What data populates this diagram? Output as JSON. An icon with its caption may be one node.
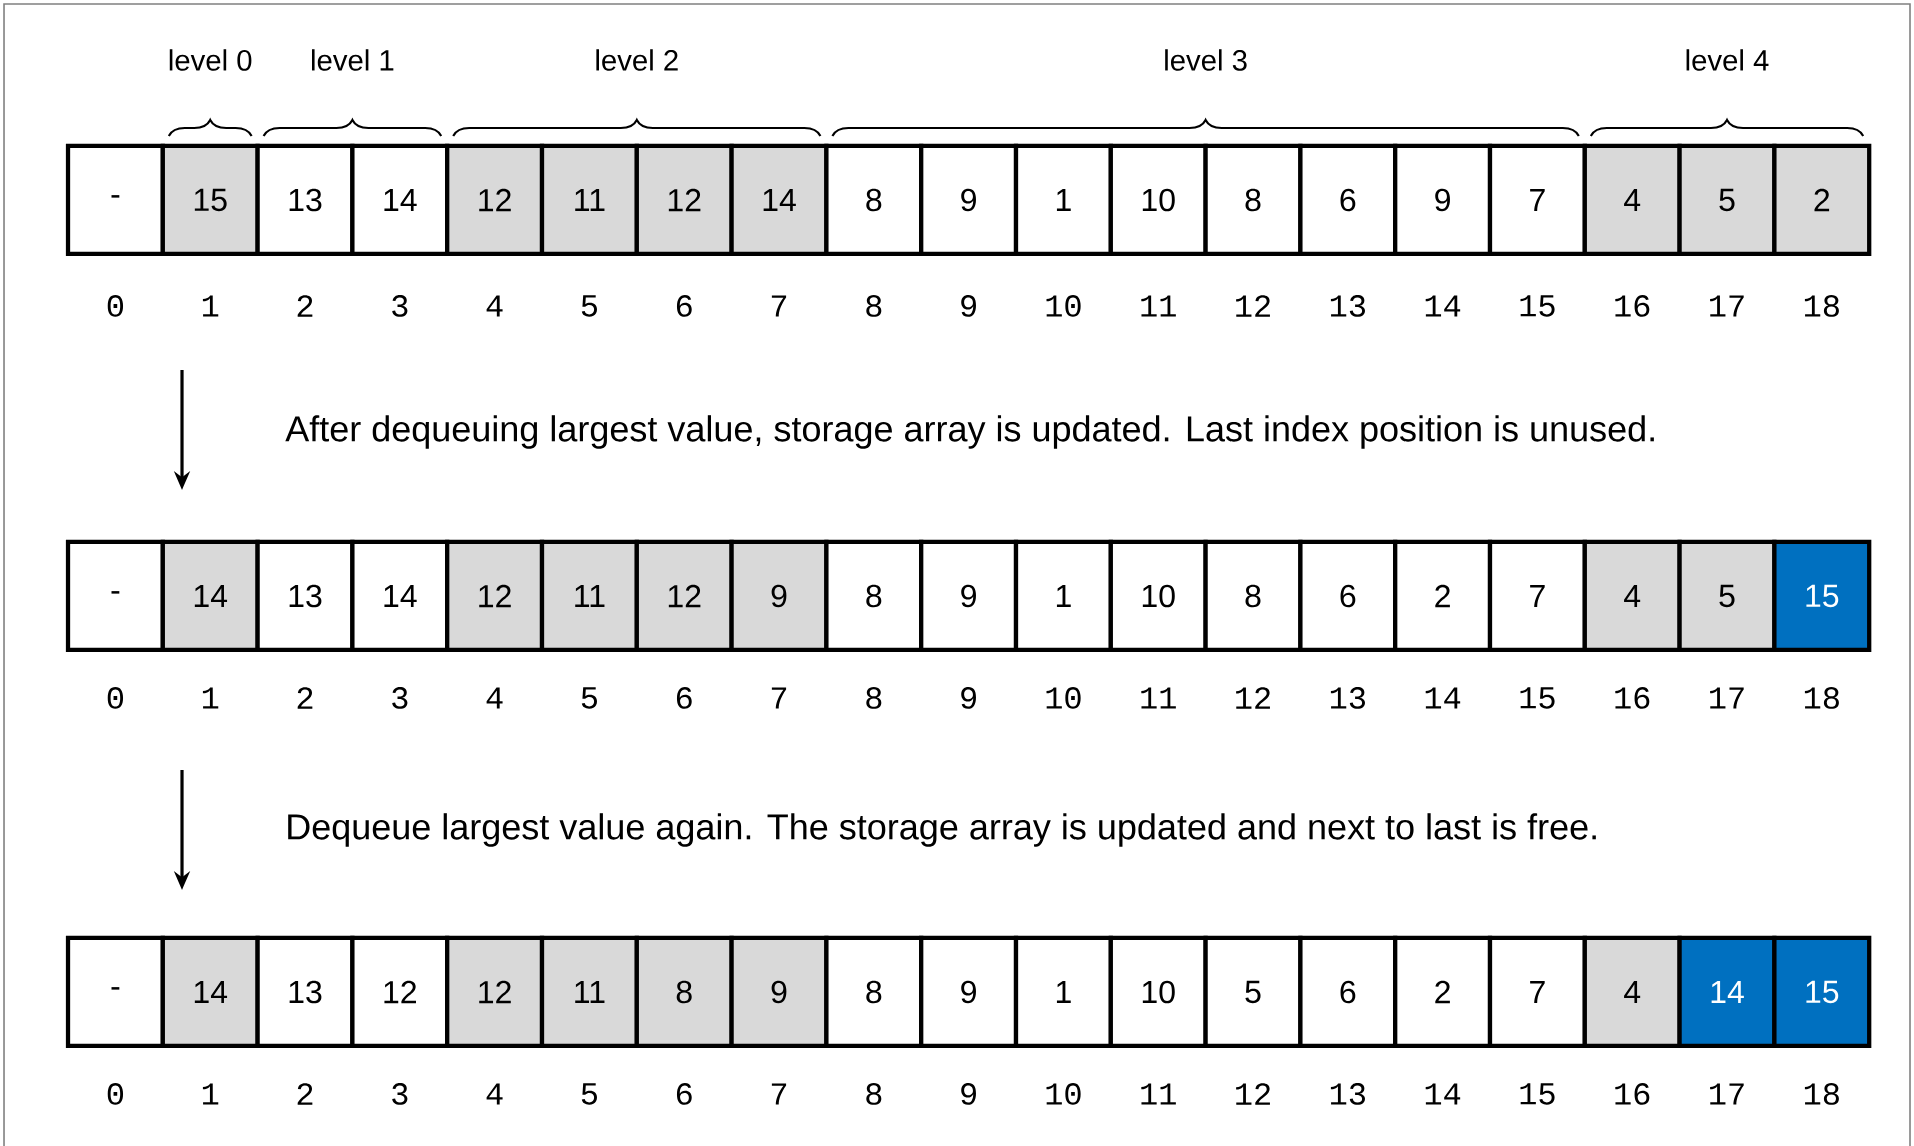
{
  "diagram": {
    "nodes": [
      {
        "text": [
          "-"
        ]
      },
      {
        "text": [
          "15"
        ]
      },
      {
        "text": [
          "13"
        ]
      },
      {
        "text": [
          "14"
        ]
      },
      {
        "text": [
          "12"
        ]
      },
      {
        "text": [
          "11"
        ]
      },
      {
        "text": [
          "12"
        ]
      },
      {
        "text": [
          "14"
        ]
      },
      {
        "text": [
          "8"
        ]
      },
      {
        "text": [
          "9"
        ]
      },
      {
        "text": [
          "1"
        ]
      },
      {
        "text": [
          "10"
        ]
      },
      {
        "text": [
          "8"
        ]
      },
      {
        "text": [
          "6"
        ]
      },
      {
        "text": [
          "9"
        ]
      },
      {
        "text": [
          "7"
        ]
      },
      {
        "text": [
          "4"
        ]
      },
      {
        "text": [
          "5"
        ]
      },
      {
        "text": [
          "2"
        ]
      },
      {
        "text": [
          "-"
        ]
      },
      {
        "text": [
          "14"
        ]
      },
      {
        "text": [
          "13"
        ]
      },
      {
        "text": [
          "14"
        ]
      },
      {
        "text": [
          "12"
        ]
      },
      {
        "text": [
          "11"
        ]
      },
      {
        "text": [
          "12"
        ]
      },
      {
        "text": [
          "9"
        ]
      },
      {
        "text": [
          "8"
        ]
      },
      {
        "text": [
          "9"
        ]
      },
      {
        "text": [
          "1"
        ]
      },
      {
        "text": [
          "10"
        ]
      },
      {
        "text": [
          "8"
        ]
      },
      {
        "text": [
          "6"
        ]
      },
      {
        "text": [
          "2"
        ]
      },
      {
        "text": [
          "7"
        ]
      },
      {
        "text": [
          "4"
        ]
      },
      {
        "text": [
          "5"
        ]
      },
      {
        "text": [
          "15"
        ]
      },
      {
        "text": [
          "-"
        ]
      },
      {
        "text": [
          "14"
        ]
      },
      {
        "text": [
          "13"
        ]
      },
      {
        "text": [
          "12"
        ]
      },
      {
        "text": [
          "12"
        ]
      },
      {
        "text": [
          "11"
        ]
      },
      {
        "text": [
          "8"
        ]
      },
      {
        "text": [
          "9"
        ]
      },
      {
        "text": [
          "8"
        ]
      },
      {
        "text": [
          "9"
        ]
      },
      {
        "text": [
          "1"
        ]
      },
      {
        "text": [
          "10"
        ]
      },
      {
        "text": [
          "5"
        ]
      },
      {
        "text": [
          "6"
        ]
      },
      {
        "text": [
          "2"
        ]
      },
      {
        "text": [
          "7"
        ]
      },
      {
        "text": [
          "4"
        ]
      },
      {
        "text": [
          "14"
        ]
      },
      {
        "text": [
          "15"
        ]
      }
    ],
    "labels": [
      "level 0",
      "level 1",
      "level 2",
      "level 3",
      "level 4",
      "0",
      "1",
      "2",
      "3",
      "4",
      "5",
      "6",
      "7",
      "8",
      "9",
      "10",
      "11",
      "12",
      "13",
      "14",
      "15",
      "16",
      "17",
      "18",
      "After dequeuing largest value, storage array is updated. Last index position is unused.",
      "0",
      "1",
      "2",
      "3",
      "4",
      "5",
      "6",
      "7",
      "8",
      "9",
      "10",
      "11",
      "12",
      "13",
      "14",
      "15",
      "16",
      "17",
      "18",
      "Dequeue largest value again. The storage array is updated and next to last is free.",
      "0",
      "1",
      "2",
      "3",
      "4",
      "5",
      "6",
      "7",
      "8",
      "9",
      "10",
      "11",
      "12",
      "13",
      "14",
      "15",
      "16",
      "17",
      "18"
    ]
  }
}
